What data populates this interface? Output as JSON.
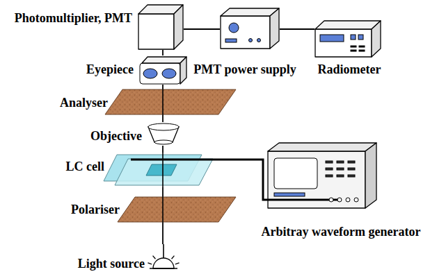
{
  "diagram": {
    "nodes": [
      {
        "text": [
          "Photomultiplier, PMT"
        ]
      },
      {
        "text": [
          "PMT power supply"
        ]
      },
      {
        "text": [
          "Radiometer"
        ]
      },
      {
        "text": [
          "Eyepiece"
        ]
      },
      {
        "text": [
          "Analyser"
        ]
      },
      {
        "text": [
          "Objective"
        ]
      },
      {
        "text": [
          "LC cell"
        ]
      },
      {
        "text": [
          "Polariser"
        ]
      },
      {
        "text": [
          "Arbitray waveform generator"
        ]
      },
      {
        "text": [
          "Light source"
        ]
      }
    ],
    "edges": [
      {
        "from": 0,
        "to": 1,
        "arrow": "none"
      },
      {
        "from": 1,
        "to": 2,
        "arrow": "none"
      },
      {
        "from": 0,
        "to": 3,
        "arrow": "none"
      },
      {
        "from": 3,
        "to": 4,
        "arrow": "none"
      },
      {
        "from": 4,
        "to": 5,
        "arrow": "none"
      },
      {
        "from": 5,
        "to": 6,
        "arrow": "none"
      },
      {
        "from": 6,
        "to": 7,
        "arrow": "none"
      },
      {
        "from": 7,
        "to": 9,
        "arrow": "none"
      },
      {
        "from": 6,
        "to": 8,
        "arrow": "none"
      }
    ]
  }
}
